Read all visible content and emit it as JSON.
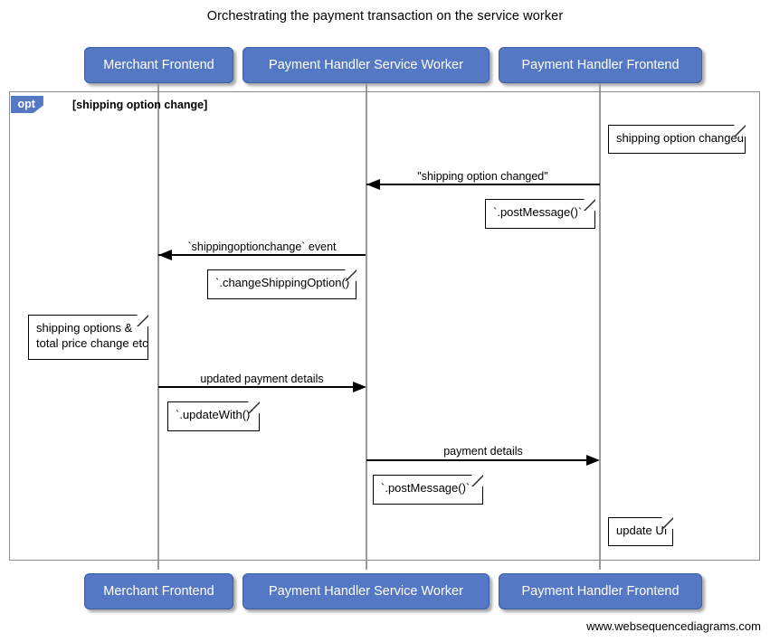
{
  "diagram": {
    "title": "Orchestrating the payment transaction on the service worker",
    "footer": "www.websequencediagrams.com",
    "colors": {
      "participant_fill": "#5578c4",
      "participant_text": "#ffffff",
      "frame_border": "#8d8d8d",
      "lifeline": "#9a9a9a",
      "line": "#000000",
      "note_fill": "#ffffff"
    }
  },
  "participants": [
    {
      "id": "merchant-frontend",
      "label": "Merchant Frontend"
    },
    {
      "id": "payment-handler-service-worker",
      "label": "Payment Handler Service Worker"
    },
    {
      "id": "payment-handler-frontend",
      "label": "Payment Handler Frontend"
    }
  ],
  "participants_bottom": [
    {
      "id": "merchant-frontend",
      "label": "Merchant Frontend"
    },
    {
      "id": "payment-handler-service-worker",
      "label": "Payment Handler Service Worker"
    },
    {
      "id": "payment-handler-frontend",
      "label": "Payment Handler Frontend"
    }
  ],
  "fragment": {
    "type": "opt",
    "tag": "opt",
    "guard": "[shipping option change]"
  },
  "messages": [
    {
      "id": "msg-shipping-option-changed",
      "label": "\"shipping option changed\"",
      "from": "payment-handler-frontend",
      "to": "payment-handler-service-worker",
      "direction": "left"
    },
    {
      "id": "msg-shippingoptionchange-event",
      "label": "`shippingoptionchange` event",
      "from": "payment-handler-service-worker",
      "to": "merchant-frontend",
      "direction": "left"
    },
    {
      "id": "msg-updated-payment-details",
      "label": "updated payment details",
      "from": "merchant-frontend",
      "to": "payment-handler-service-worker",
      "direction": "right"
    },
    {
      "id": "msg-payment-details",
      "label": "payment details",
      "from": "payment-handler-service-worker",
      "to": "payment-handler-frontend",
      "direction": "right"
    }
  ],
  "notes": [
    {
      "id": "note-shipping-option-changed",
      "text": "shipping option changed",
      "over": "payment-handler-frontend"
    },
    {
      "id": "note-post-message-1",
      "text": "`.postMessage()`",
      "over": "payment-handler-frontend"
    },
    {
      "id": "note-change-shipping-option",
      "text": "`.changeShippingOption()`",
      "over": "payment-handler-service-worker"
    },
    {
      "id": "note-shipping-options-total-price",
      "text": "shipping options &\ntotal price change etc",
      "over": "merchant-frontend"
    },
    {
      "id": "note-update-with",
      "text": "`.updateWith()`",
      "over": "merchant-frontend"
    },
    {
      "id": "note-post-message-2",
      "text": "`.postMessage()`",
      "over": "payment-handler-service-worker"
    },
    {
      "id": "note-update-ui",
      "text": "update UI",
      "over": "payment-handler-frontend"
    }
  ]
}
